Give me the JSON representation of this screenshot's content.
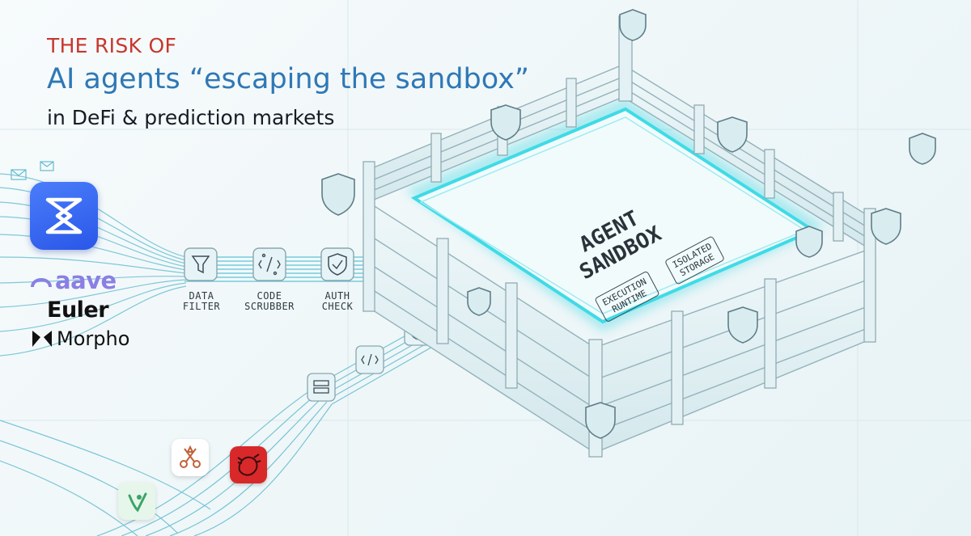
{
  "header": {
    "kicker": "THE RISK OF",
    "title": "AI agents “escaping the sandbox”",
    "subtitle": "in DeFi & prediction markets"
  },
  "brands": {
    "aave": "aave",
    "euler": "Euler",
    "morpho": "Morpho"
  },
  "pipeline": [
    {
      "line1": "DATA",
      "line2": "FILTER",
      "icon": "funnel-icon"
    },
    {
      "line1": "CODE",
      "line2": "SCRUBBER",
      "icon": "code-scrubber-icon"
    },
    {
      "line1": "AUTH",
      "line2": "CHECK",
      "icon": "shield-check-icon"
    }
  ],
  "sandbox": {
    "line1": "AGENT",
    "line2": "SANDBOX",
    "execution": {
      "line1": "EXECUTION",
      "line2": "RUNTIME"
    },
    "storage": {
      "line1": "ISOLATED",
      "line2": "STORAGE"
    }
  },
  "colors": {
    "kicker": "#c8372e",
    "title": "#2f78b5",
    "glow": "#2fd4e0",
    "app_logo": "#3a6af2",
    "red_tile": "#d8282a"
  }
}
